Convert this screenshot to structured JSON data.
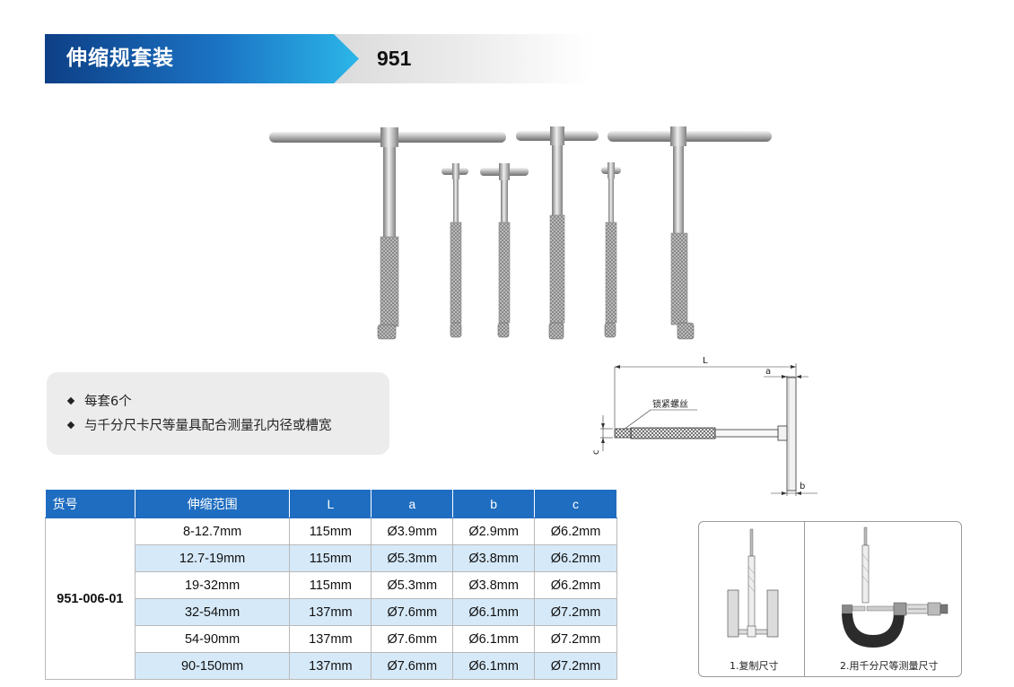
{
  "header": {
    "title": "伸缩规套装",
    "model": "951"
  },
  "features": [
    "每套6个",
    "与千分尺卡尺等量具配合测量孔内径或槽宽"
  ],
  "diagram": {
    "label_L": "L",
    "label_a": "a",
    "label_b": "b",
    "label_c": "c",
    "callout": "锁紧螺丝"
  },
  "table": {
    "headers": [
      "货号",
      "伸缩范围",
      "L",
      "a",
      "b",
      "c"
    ],
    "code": "951-006-01",
    "rows": [
      [
        "8-12.7mm",
        "115mm",
        "Ø3.9mm",
        "Ø2.9mm",
        "Ø6.2mm"
      ],
      [
        "12.7-19mm",
        "115mm",
        "Ø5.3mm",
        "Ø3.8mm",
        "Ø6.2mm"
      ],
      [
        "19-32mm",
        "115mm",
        "Ø5.3mm",
        "Ø3.8mm",
        "Ø6.2mm"
      ],
      [
        "32-54mm",
        "137mm",
        "Ø7.6mm",
        "Ø6.1mm",
        "Ø7.2mm"
      ],
      [
        "54-90mm",
        "137mm",
        "Ø7.6mm",
        "Ø6.1mm",
        "Ø7.2mm"
      ],
      [
        "90-150mm",
        "137mm",
        "Ø7.6mm",
        "Ø6.1mm",
        "Ø7.2mm"
      ]
    ]
  },
  "usage": {
    "step1": "1.复制尺寸",
    "step2": "2.用千分尺等测量尺寸"
  },
  "colors": {
    "banner_dark": "#0d3f86",
    "banner_light": "#2bb6e8",
    "table_header": "#1f6dc0",
    "row_alt": "#d6e9f8"
  }
}
